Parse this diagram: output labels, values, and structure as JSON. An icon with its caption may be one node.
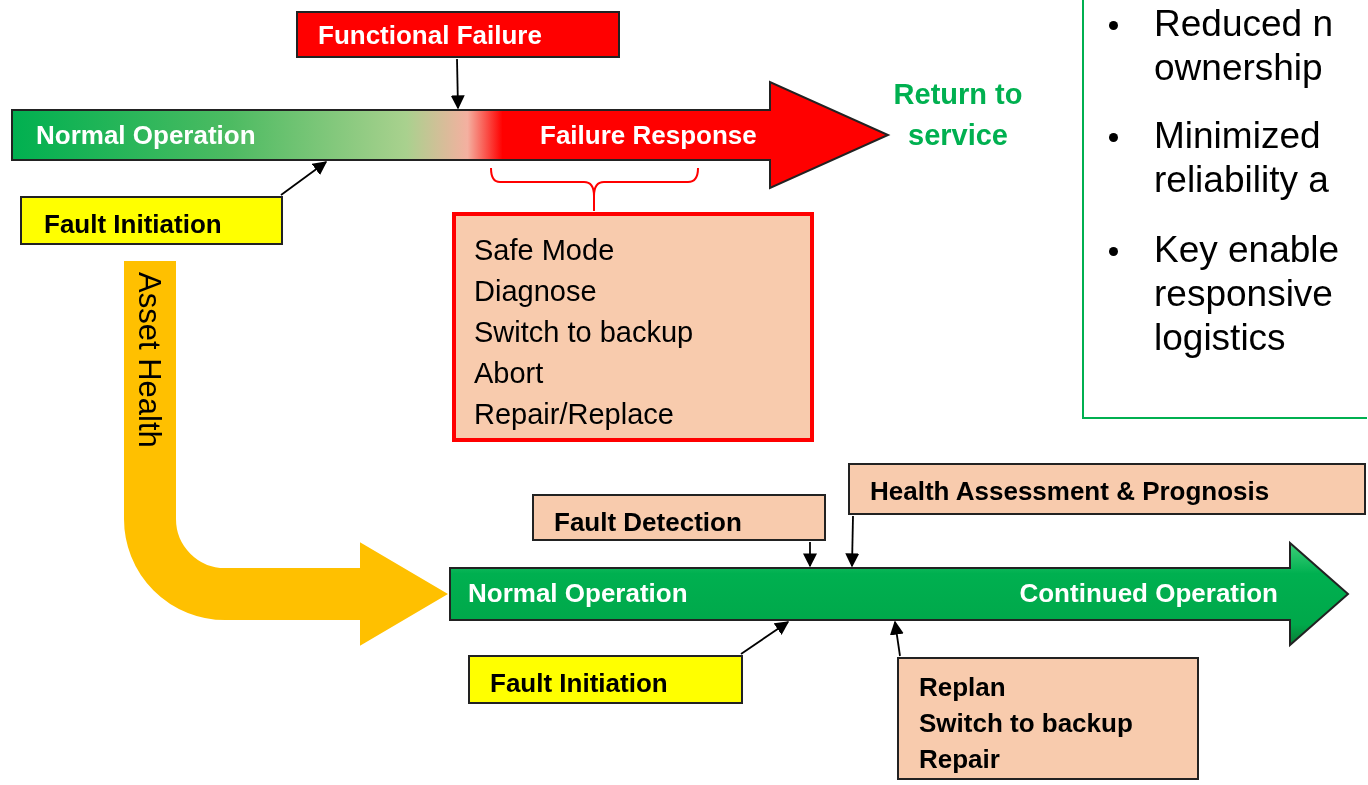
{
  "diagram": {
    "nodes": [
      {
        "text": [
          "Normal Operation",
          "Failure Response"
        ]
      },
      {
        "text": [
          "Functional Failure"
        ]
      },
      {
        "text": [
          "Fault Initiation"
        ]
      },
      {
        "text": [
          "Safe Mode",
          "Diagnose",
          "Switch to backup",
          "Abort",
          "Repair/Replace"
        ]
      },
      {
        "text": [
          "Normal Operation",
          "Continued Operation"
        ]
      },
      {
        "text": [
          "Fault Detection"
        ]
      },
      {
        "text": [
          "Health Assessment & Prognosis"
        ]
      },
      {
        "text": [
          "Fault Initiation"
        ]
      },
      {
        "text": [
          "Replan",
          "Switch to backup",
          "Repair"
        ]
      },
      {
        "text": [
          "Reduced n ownership",
          "Minimized reliability a",
          "Key enable responsive logistics"
        ]
      }
    ],
    "edges": [
      {
        "from": 1,
        "to": 0,
        "arrow": "to"
      },
      {
        "from": 2,
        "to": 0,
        "arrow": "to"
      },
      {
        "from": 2,
        "to": 4,
        "arrow": "to",
        "label": "Asset Health",
        "style": "thick",
        "color": "#ffc000"
      },
      {
        "from": 5,
        "to": 4,
        "arrow": "to"
      },
      {
        "from": 6,
        "to": 4,
        "arrow": "to"
      },
      {
        "from": 7,
        "to": 4,
        "arrow": "to"
      },
      {
        "from": 8,
        "to": 4,
        "arrow": "to"
      }
    ],
    "labels": [
      "Return to service"
    ]
  }
}
